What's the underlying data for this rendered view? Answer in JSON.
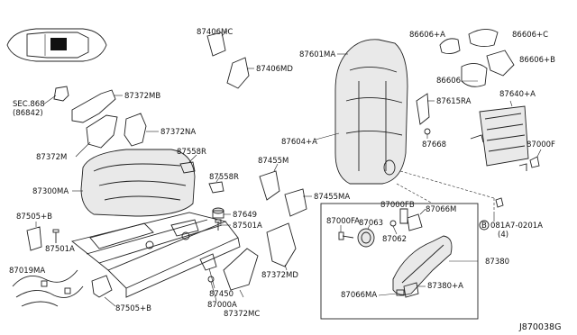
{
  "labels": {
    "p87406mc": "87406MC",
    "p87406md": "87406MD",
    "p87601ma": "87601MA",
    "p86606a": "86606+A",
    "p86606c": "86606+C",
    "p86606b": "86606+B",
    "p86606": "86606",
    "sec868": "SEC.868",
    "sec868ref": "(86842)",
    "p87372mb": "87372MB",
    "p87372na": "87372NA",
    "p87372m": "87372M",
    "p87558r_1": "87558R",
    "p87558r_2": "87558R",
    "p87455m": "87455M",
    "p87455ma": "87455MA",
    "p87615ra": "87615RA",
    "p87668": "87668",
    "p87640a": "87640+A",
    "p87604a": "87604+A",
    "p87000f": "87000F",
    "p87300ma": "87300MA",
    "p87649": "87649",
    "p87501a_mid": "87501A",
    "p87450": "87450",
    "p87000a": "87000A",
    "p87505b_top": "87505+B",
    "p87501a_left": "87501A",
    "p87019ma": "87019MA",
    "p87505b_bot": "87505+B",
    "p87372mc": "87372MC",
    "p87372md": "87372MD",
    "p87000fb": "87000FB",
    "p87066m": "87066M",
    "p87000fa": "87000FA",
    "p87063": "87063",
    "p87062": "87062",
    "bolt_b": "B",
    "bolt_code": "081A7-0201A",
    "bolt_qty": "(4)",
    "p87380": "87380",
    "p87380a": "87380+A",
    "p87066ma": "87066MA",
    "diagram_code": "J870038G"
  }
}
